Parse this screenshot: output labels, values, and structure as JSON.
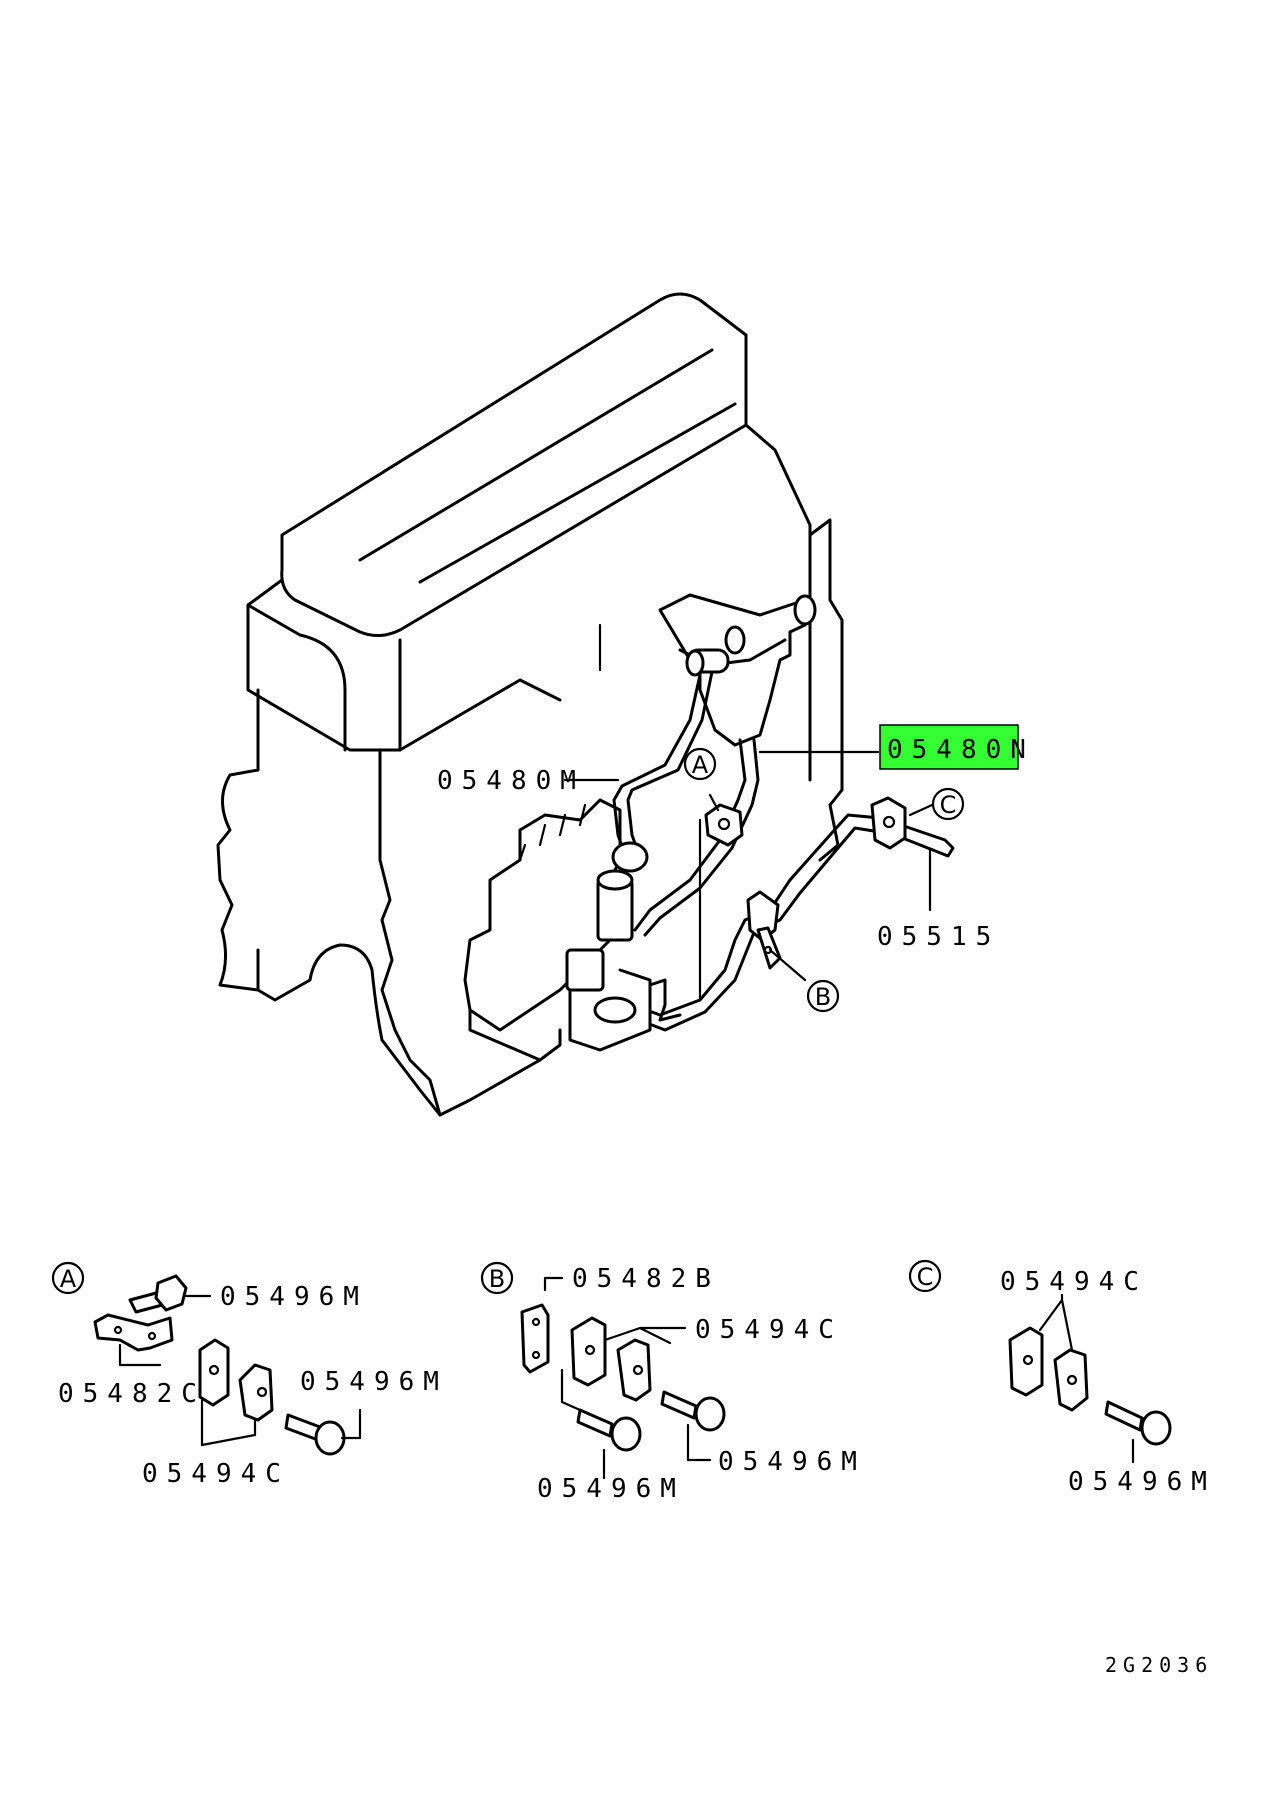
{
  "callouts": {
    "main": [
      {
        "id": "p05480M",
        "text": "05480M"
      },
      {
        "id": "p05480N",
        "text": "05480N",
        "highlight": true
      },
      {
        "id": "p05515",
        "text": "05515"
      }
    ],
    "detail_a": [
      {
        "id": "a05496M_1",
        "text": "05496M"
      },
      {
        "id": "a05482C",
        "text": "05482C"
      },
      {
        "id": "a05496M_2",
        "text": "05496M"
      },
      {
        "id": "a05494C",
        "text": "05494C"
      }
    ],
    "detail_b": [
      {
        "id": "b05482B",
        "text": "05482B"
      },
      {
        "id": "b05494C",
        "text": "05494C"
      },
      {
        "id": "b05496M_1",
        "text": "05496M"
      },
      {
        "id": "b05496M_2",
        "text": "05496M"
      }
    ],
    "detail_c": [
      {
        "id": "c05494C",
        "text": "05494C"
      },
      {
        "id": "c05496M",
        "text": "05496M"
      }
    ]
  },
  "markers": {
    "a": "A",
    "b": "B",
    "c": "C"
  },
  "diagram_code": "2G2036",
  "colors": {
    "highlight": "#33ff33",
    "line": "#000000",
    "background": "#ffffff"
  }
}
